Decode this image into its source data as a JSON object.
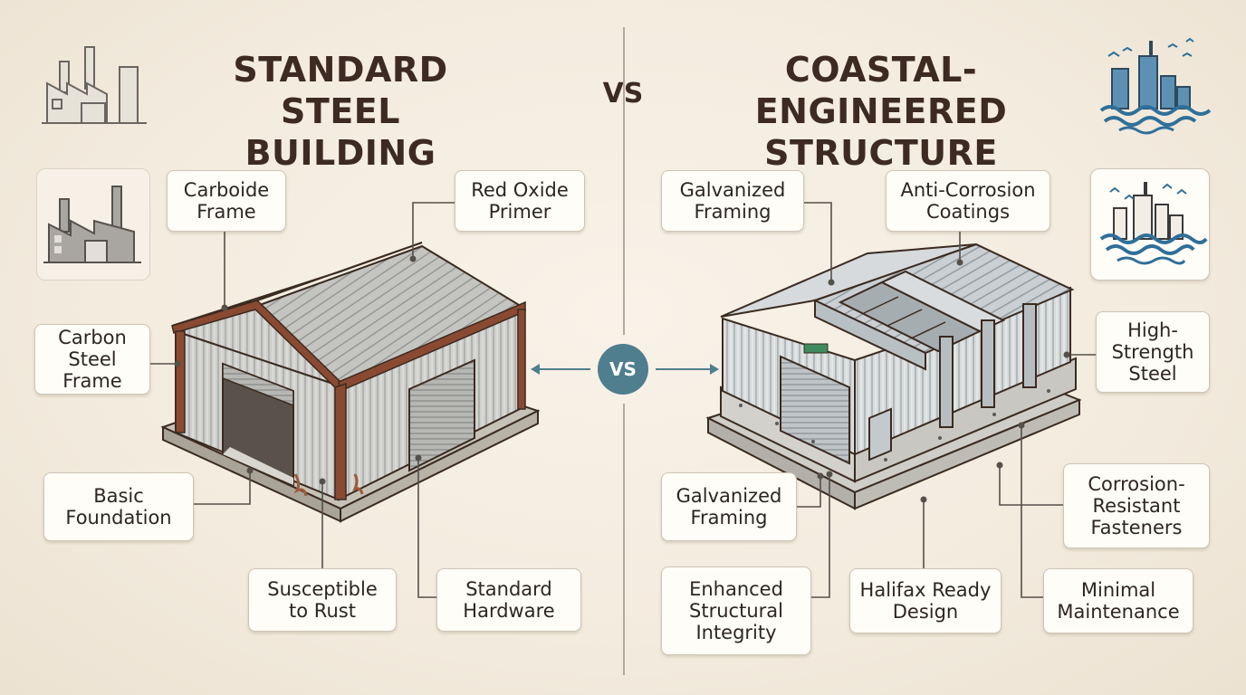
{
  "left": {
    "title_line1": "STANDARD",
    "title_line2": "STEEL BUILDING",
    "callouts": {
      "carboide_frame": "Carboide Frame",
      "red_oxide_primer": "Red Oxide Primer",
      "carbon_steel_frame": "Carbon Steel Frame",
      "basic_foundation": "Basic Foundation",
      "susceptible_to_rust": "Susceptible to Rust",
      "standard_hardware": "Standard Hardware"
    },
    "icons": [
      "factory-icon",
      "factory-icon"
    ]
  },
  "right": {
    "title_line1": "COASTAL-ENGINEERED",
    "title_line2": "STRUCTURE",
    "callouts": {
      "galvanized_framing_top": "Galvanized Framing",
      "anti_corrosion_coatings": "Anti-Corrosion Coatings",
      "high_strength_steel": "High-Strength Steel",
      "galvanized_framing_bottom": "Galvanized Framing",
      "corrosion_resistant_fasteners": "Corrosion-Resistant Fasteners",
      "enhanced_structural_integrity": "Enhanced Structural Integrity",
      "halifax_ready_design": "Halifax Ready Design",
      "minimal_maintenance": "Minimal Maintenance"
    },
    "icons": [
      "coastal-city-icon",
      "coastal-city-icon"
    ]
  },
  "vs_top": "VS",
  "vs_circle": "VS",
  "colors": {
    "background": "#f3ebde",
    "title": "#3d2a22",
    "rust_frame": "#8a4a32",
    "steel_panel": "#c9c9c6",
    "accent_teal": "#4f7e8e",
    "wave_blue": "#3f7fa3",
    "leader_line": "#55504a"
  }
}
